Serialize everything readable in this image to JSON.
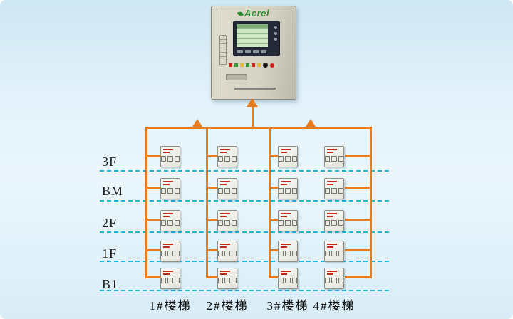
{
  "panel": {
    "brand": "Acrel"
  },
  "floors": [
    "3F",
    "BM",
    "2F",
    "1F",
    "B1"
  ],
  "staircases": [
    "1#楼梯",
    "2#楼梯",
    "3#楼梯",
    "4#楼梯"
  ],
  "grid": {
    "rows": 5,
    "columns": 4,
    "devices_total": 20
  },
  "colors": {
    "line_orange": "#e87c1e",
    "floor_dash_cyan": "#25b2d8",
    "device_mark_red": "#c4281d",
    "panel_beige": "#d6d3c4",
    "lcd_green": "#cde6c3",
    "brand_green": "#2f8f35",
    "background_blue": "#d9edf7"
  }
}
